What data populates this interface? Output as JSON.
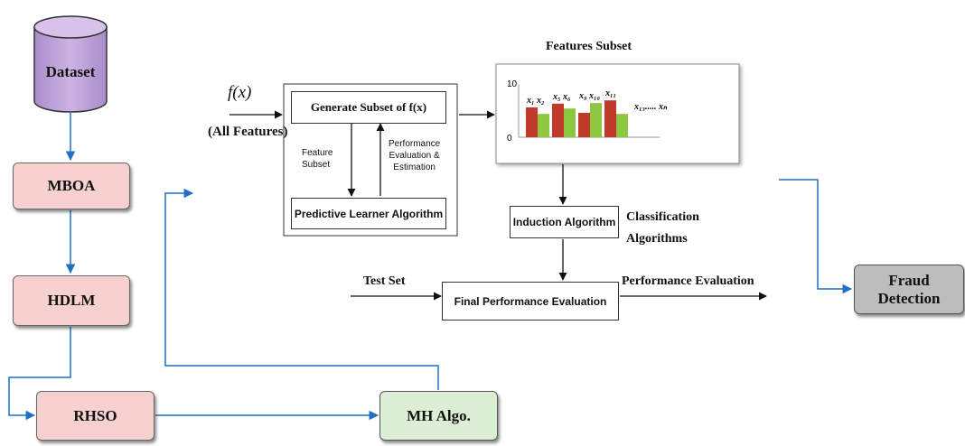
{
  "nodes": {
    "dataset": "Dataset",
    "mboa": "MBOA",
    "hdlm": "HDLM",
    "rhso": "RHSO",
    "mh_algo": "MH Algo.",
    "fraud_detection": "Fraud\nDetection",
    "generate_subset": "Generate Subset of f(x)",
    "predictive_learner": "Predictive Learner Algorithm",
    "induction_algorithm": "Induction Algorithm",
    "final_performance": "Final Performance Evaluation"
  },
  "labels": {
    "fx": "f(x)",
    "all_features": "(All Features)",
    "feature_subset": "Feature\nSubset",
    "performance_estimation": "Performance\nEvaluation &\nEstimation",
    "features_subset_title": "Features Subset",
    "classification_algorithms": "Classification\nAlgorithms",
    "test_set": "Test Set",
    "performance_evaluation": "Performance Evaluation"
  },
  "chart_data": {
    "type": "bar",
    "title": "Features Subset",
    "ylim": [
      0,
      10
    ],
    "yticks": [
      "10",
      "0"
    ],
    "group_labels": [
      "x₁ x₂",
      "x₅ x₆",
      "x₉ x₁₀",
      "x₁₁"
    ],
    "trailing_label": "x₁₃..... xₙ",
    "series": [
      {
        "color": "#c0392b",
        "values": [
          5.5,
          6.2,
          4.5,
          6.8
        ]
      },
      {
        "color": "#8dc63f",
        "values": [
          4.3,
          5.3,
          6.3,
          4.3
        ]
      }
    ],
    "colors": {
      "series1": "#c0392b",
      "series2": "#8dc63f"
    }
  },
  "colors": {
    "connector_blue": "#1f6fc5",
    "pink": "#f7d0d0",
    "green": "#dcefd6",
    "gray": "#bdbdbd",
    "dataset_purple": "#bfa3d6"
  }
}
